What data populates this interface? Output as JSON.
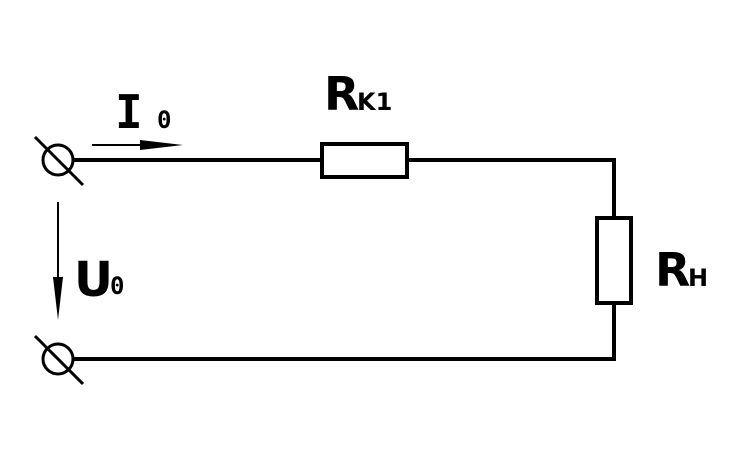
{
  "labels": {
    "current": {
      "symbol": "I",
      "subscript": "0"
    },
    "voltage": {
      "symbol": "U",
      "subscript": "0"
    },
    "resistor_line": {
      "symbol": "R",
      "subscript": "K1"
    },
    "resistor_load": {
      "symbol": "R",
      "subscript": "H"
    }
  },
  "colors": {
    "stroke": "#000000",
    "background": "#ffffff"
  }
}
